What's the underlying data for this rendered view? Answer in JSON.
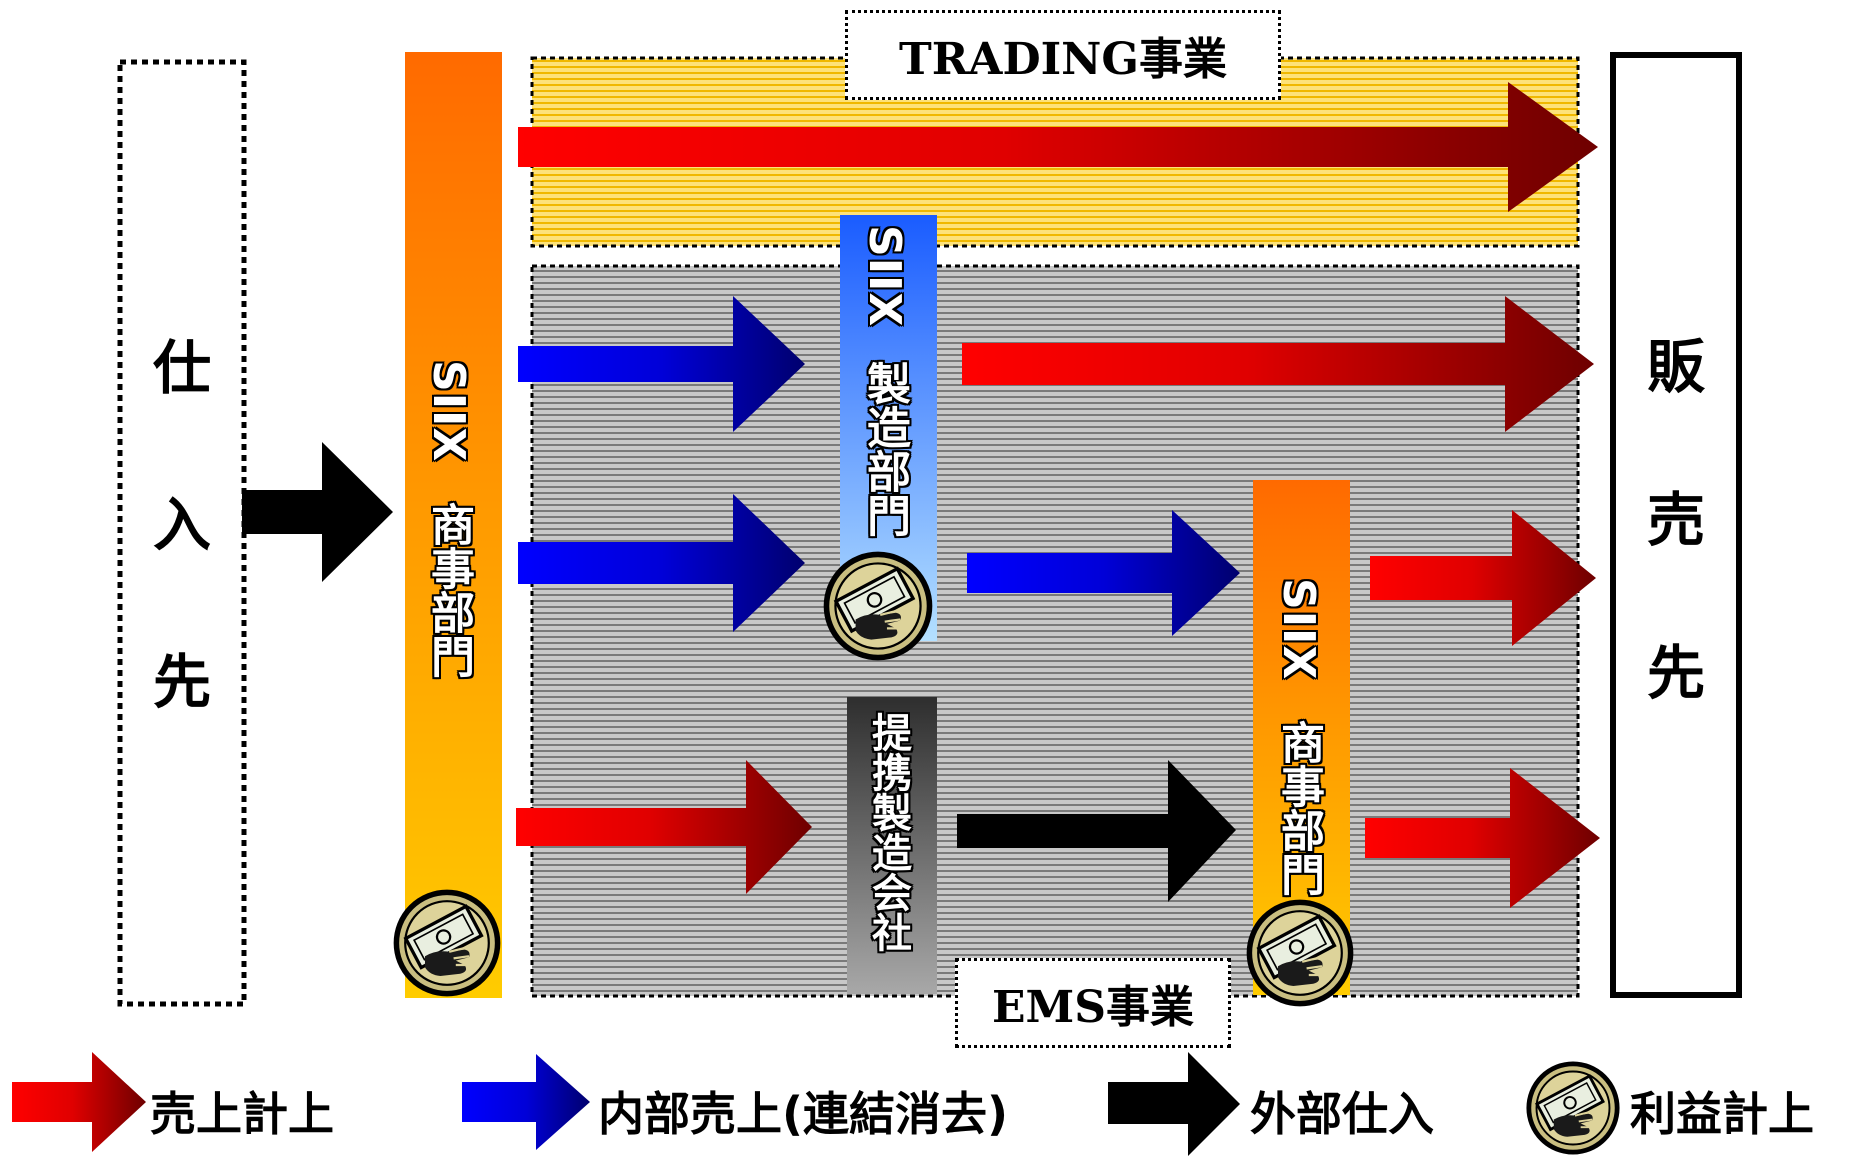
{
  "supplier_label": [
    "仕",
    "入",
    "先"
  ],
  "customer_label": [
    "販",
    "売",
    "先"
  ],
  "sections": {
    "trading": "TRADING事業",
    "ems": "EMS事業"
  },
  "bars": {
    "siix_trade_dept_left": {
      "en": "SIIX",
      "ja": "商事部門"
    },
    "siix_manufacturing": {
      "en": "SIIX",
      "ja": "製造部門"
    },
    "partner_manufacturer": {
      "ja": "提携製造会社"
    },
    "siix_trade_dept_right": {
      "en": "SIIX",
      "ja": "商事部門"
    }
  },
  "legend": {
    "sales": "売上計上",
    "internal_sales": "内部売上(連結消去)",
    "external_purchase": "外部仕入",
    "profit": "利益計上"
  },
  "colors": {
    "sales_arrow_start": "#ff0000",
    "sales_arrow_end": "#7a0000",
    "internal_arrow_start": "#0000ff",
    "internal_arrow_end": "#00007a",
    "purchase_arrow": "#000000",
    "orange_bar_top": "#ff6a00",
    "orange_bar_bottom": "#ffc800",
    "blue_bar_top": "#1a6cff",
    "blue_bar_bottom": "#a8d8ff",
    "gray_bar_top": "#3a3a3a",
    "gray_bar_bottom": "#a0a0a0",
    "trading_band": "#f3c20e",
    "ems_band": "#9a9a9a"
  },
  "icons": {
    "profit": "hand-holding-money-icon"
  }
}
